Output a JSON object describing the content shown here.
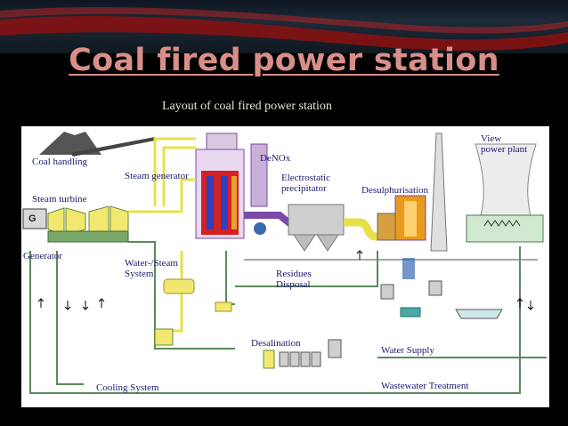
{
  "slide": {
    "title": "Coal fired power station",
    "subtitle": "Layout of coal fired power station"
  },
  "diagram": {
    "labels": {
      "coal_handling": "Coal handling",
      "steam_generator": "Steam generator",
      "denox": "DeNOx",
      "electrostatic": "Electrostatic",
      "precipitator": "precipitator",
      "desulphurisation": "Desulphurisation",
      "view": "View",
      "power_plant": "power plant",
      "steam_turbine": "Steam turbine",
      "g": "G",
      "generator": "Generator",
      "water_steam": "Water-/Steam",
      "system": "System",
      "residues": "Residues",
      "disposal": "Disposal",
      "desalination": "Desalination",
      "water_supply": "Water Supply",
      "cooling_system": "Cooling System",
      "wastewater_treatment": "Wastewater Treatment"
    }
  },
  "colors": {
    "title": "#d98f88",
    "subtitle": "#e8e2d0",
    "label": "#1a1a6e",
    "pipe_green": "#5a8a5a",
    "pipe_yellow": "#e6e04a",
    "boiler_red": "#d42020",
    "flue_purple": "#7a4aa8",
    "flue_orange": "#e89a1a"
  }
}
